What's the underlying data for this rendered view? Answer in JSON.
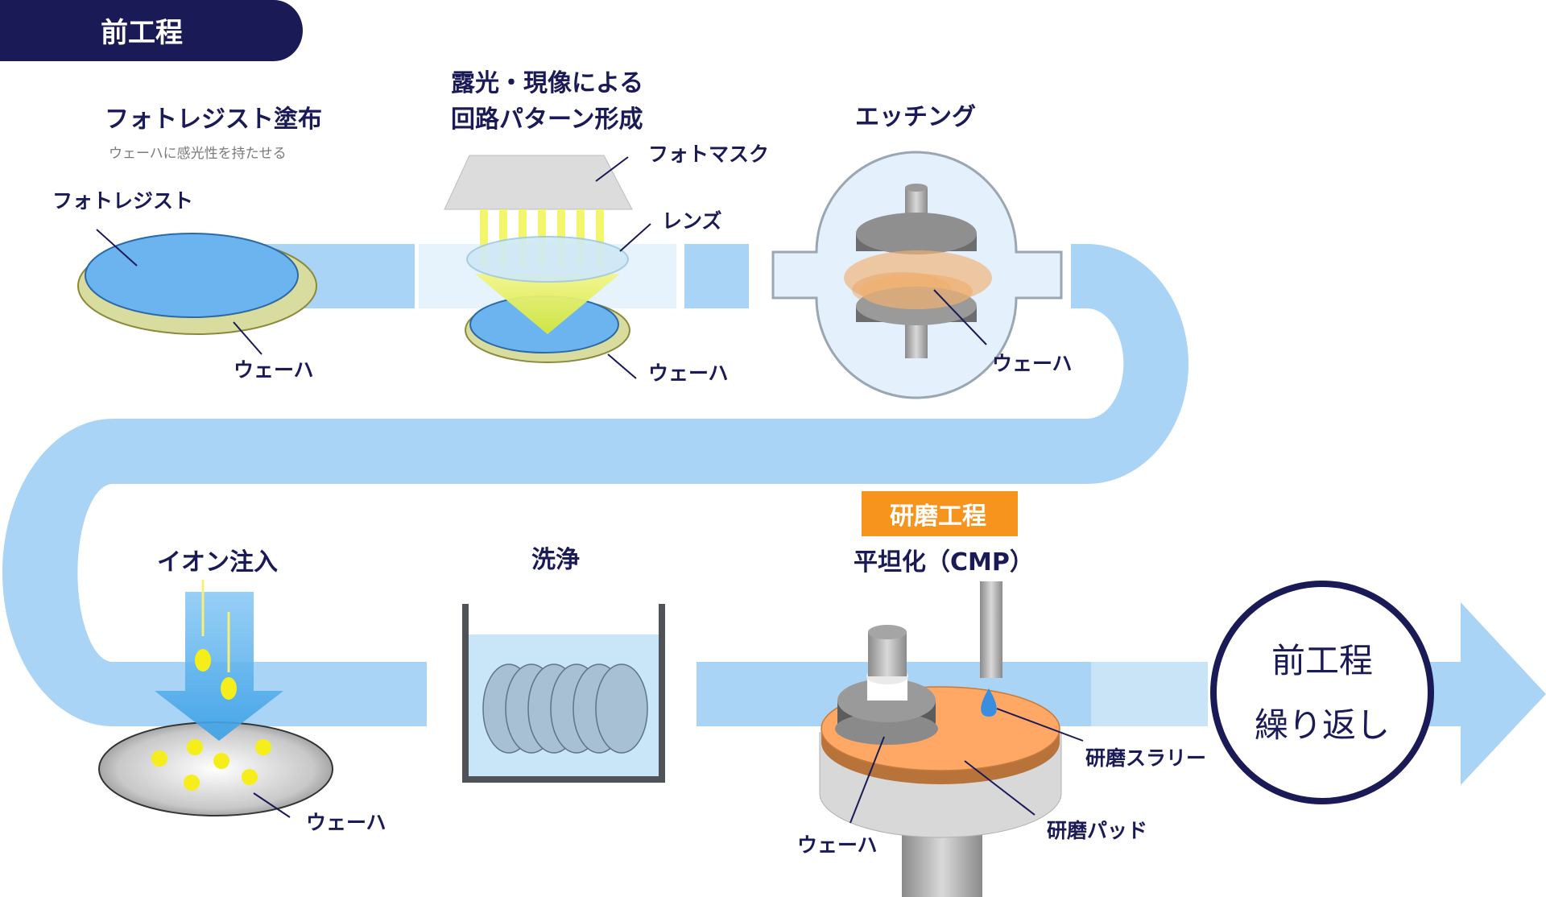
{
  "header": {
    "title": "前工程"
  },
  "steps": {
    "resist": {
      "title": "フォトレジスト塗布",
      "subtitle": "ウェーハに感光性を持たせる",
      "label_resist": "フォトレジスト",
      "label_wafer": "ウェーハ"
    },
    "exposure": {
      "title_line1": "露光・現像による",
      "title_line2": "回路パターン形成",
      "label_mask": "フォトマスク",
      "label_lens": "レンズ",
      "label_wafer": "ウェーハ"
    },
    "etching": {
      "title": "エッチング",
      "label_wafer": "ウェーハ"
    },
    "ion": {
      "title": "イオン注入",
      "label_wafer": "ウェーハ"
    },
    "cleaning": {
      "title": "洗浄"
    },
    "cmp": {
      "badge": "研磨工程",
      "title": "平坦化（CMP）",
      "label_slurry": "研磨スラリー",
      "label_pad": "研磨パッド",
      "label_wafer": "ウェーハ"
    }
  },
  "repeat": {
    "line1": "前工程",
    "line2": "繰り返し"
  },
  "colors": {
    "navy": "#1a1a57",
    "flow": "#aad4f5",
    "orange": "#f7941d",
    "wafer_blue": "#6cb4f0",
    "wafer_rim": "#d8dc9e"
  }
}
